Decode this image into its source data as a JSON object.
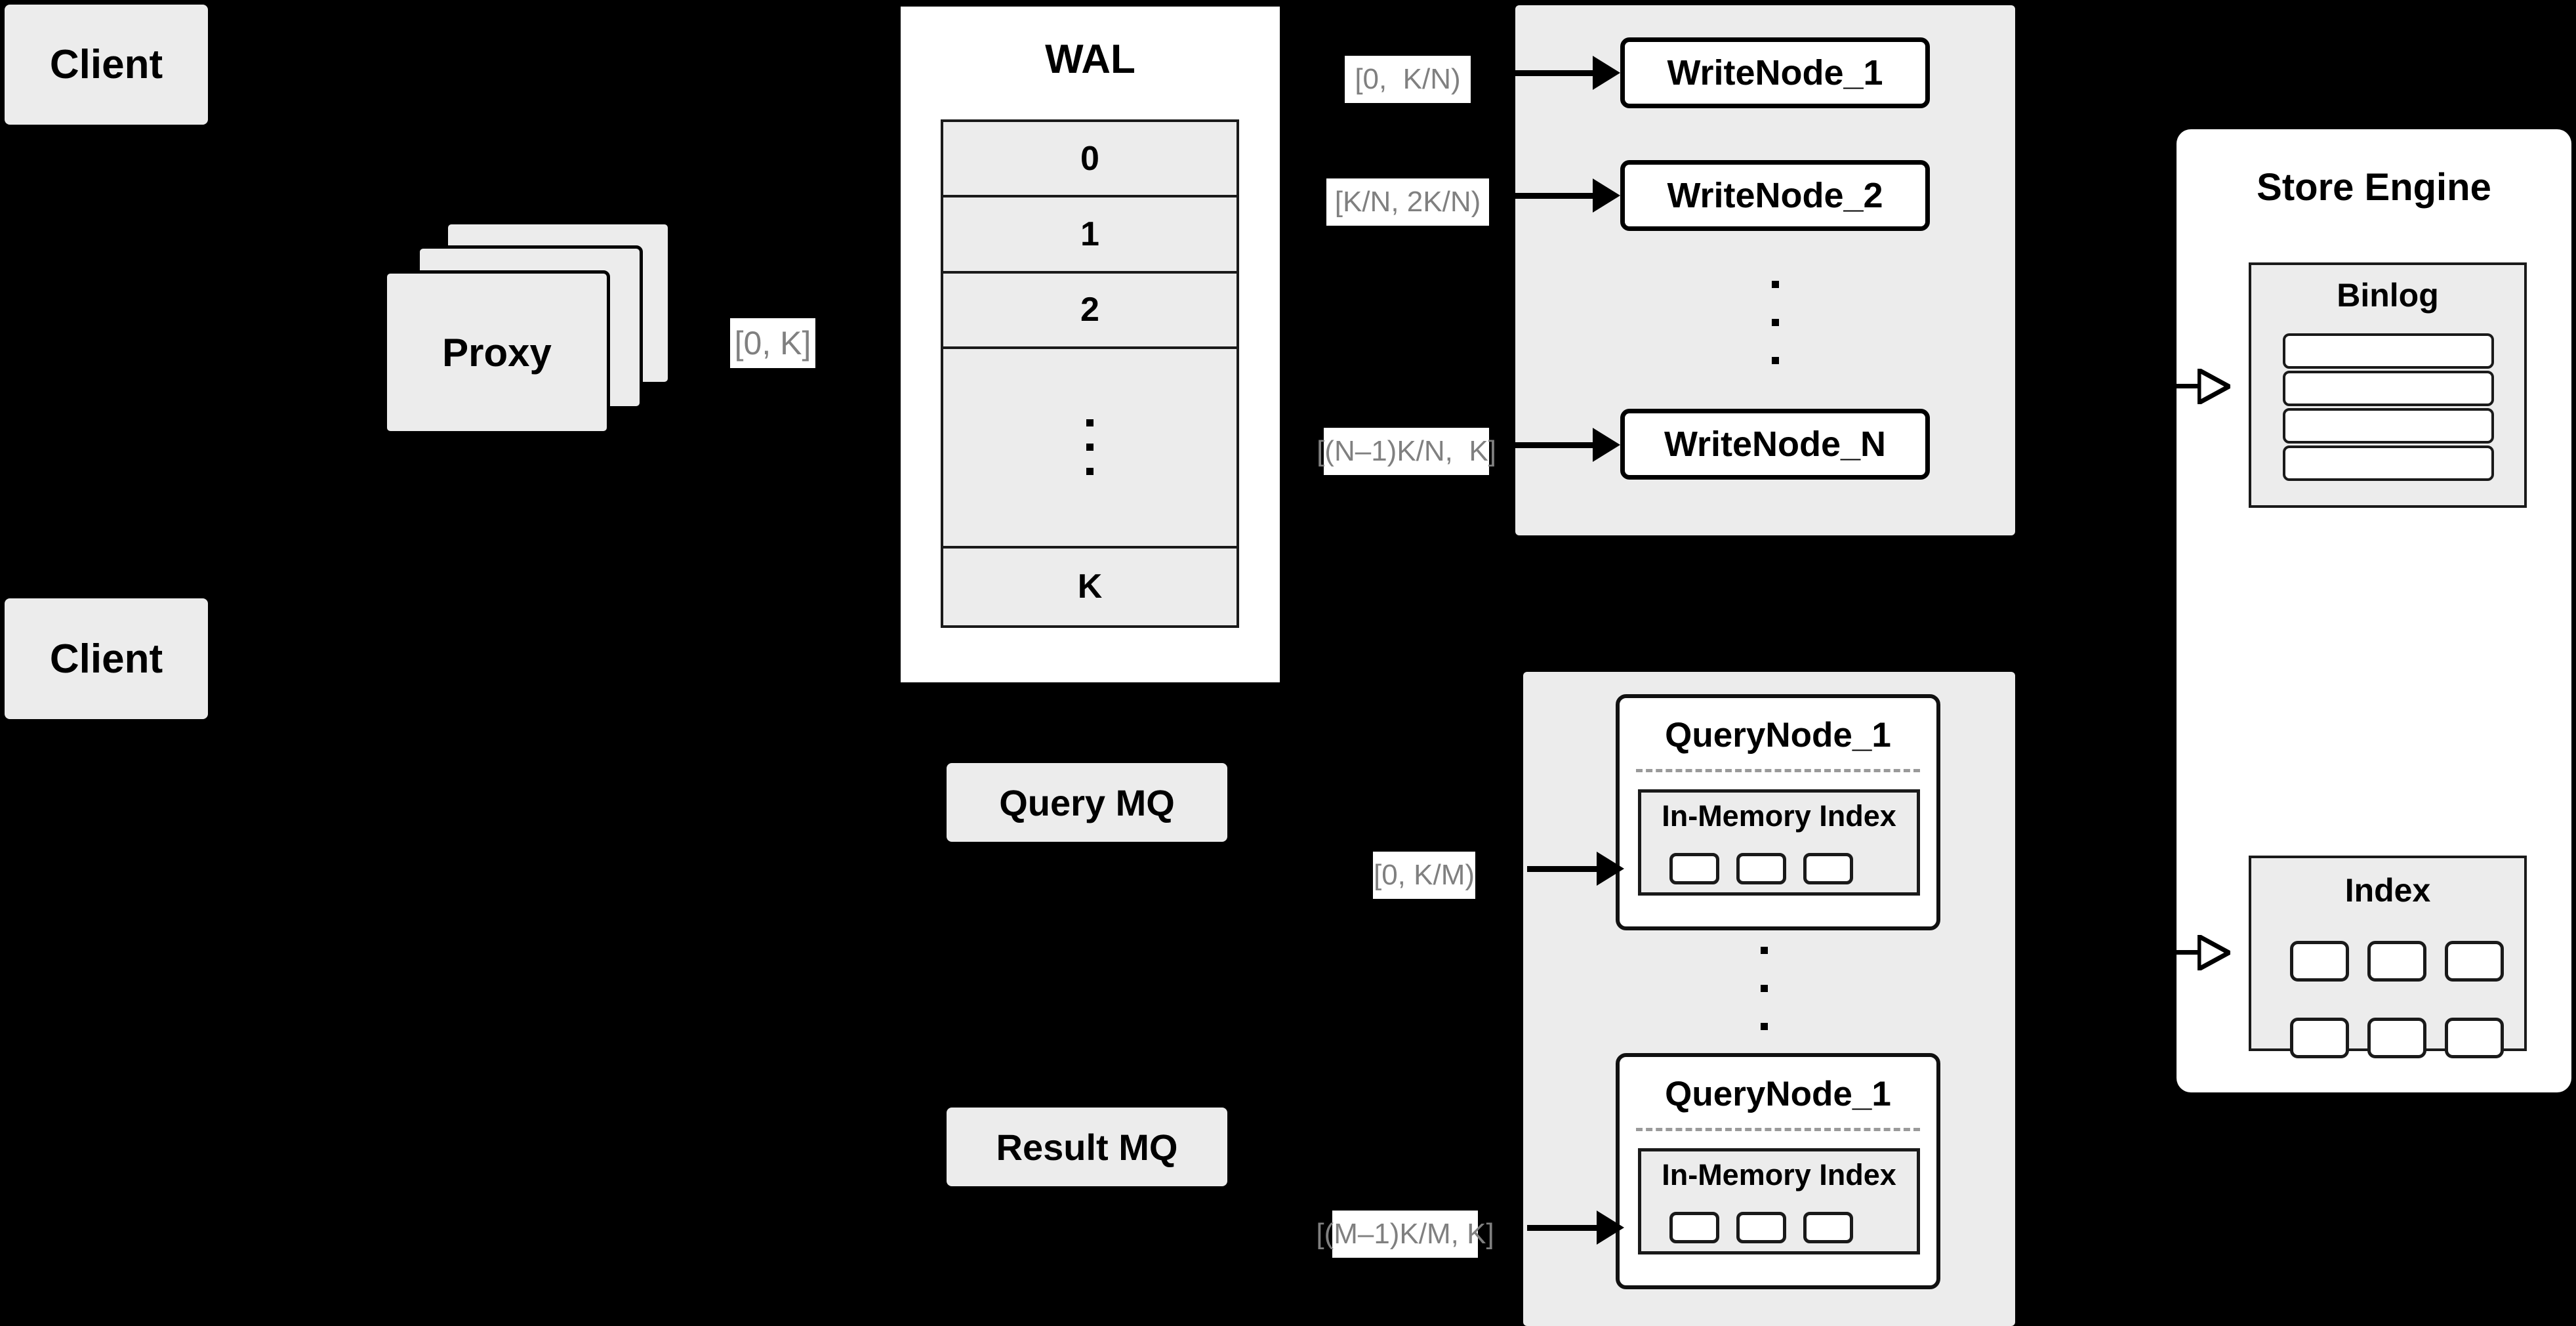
{
  "diagram": {
    "background": "#000000",
    "panel_gray": "#ECECEC",
    "label_text_color": "#808080",
    "clients": [
      {
        "label": "Client"
      },
      {
        "label": "Client"
      }
    ],
    "proxy": {
      "label": "Proxy",
      "stack_count": 3
    },
    "wal": {
      "title": "WAL",
      "cells": [
        "0",
        "1",
        "2",
        "…",
        "K"
      ],
      "dots_count": 3
    },
    "edge_labels": {
      "proxy_to_wal": "[0, K]",
      "wal_to_writenode_1": "[0,  K/N)",
      "wal_to_writenode_2": "[K/N, 2K/N)",
      "wal_to_writenode_n": "[(N–1)K/N,  K]",
      "mq_to_querynode_1": "[0, K/M)",
      "mq_to_querynode_m": "[(M–1)K/M, K]"
    },
    "write_group": {
      "nodes": [
        {
          "label": "WriteNode_1"
        },
        {
          "label": "WriteNode_2"
        },
        {
          "label": "WriteNode_N"
        }
      ],
      "dots_count": 3
    },
    "query_group": {
      "nodes": [
        {
          "title": "QueryNode_1",
          "index_title": "In-Memory Index",
          "index_cells": 3
        },
        {
          "title": "QueryNode_1",
          "index_title": "In-Memory Index",
          "index_cells": 3
        }
      ],
      "dots_count": 3
    },
    "message_queues": [
      {
        "label": "Query MQ"
      },
      {
        "label": "Result MQ"
      }
    ],
    "store_engine": {
      "title": "Store Engine",
      "binlog": {
        "title": "Binlog",
        "rows": 4
      },
      "index": {
        "title": "Index",
        "cells": 6,
        "columns": 3,
        "rows": 2
      }
    }
  }
}
